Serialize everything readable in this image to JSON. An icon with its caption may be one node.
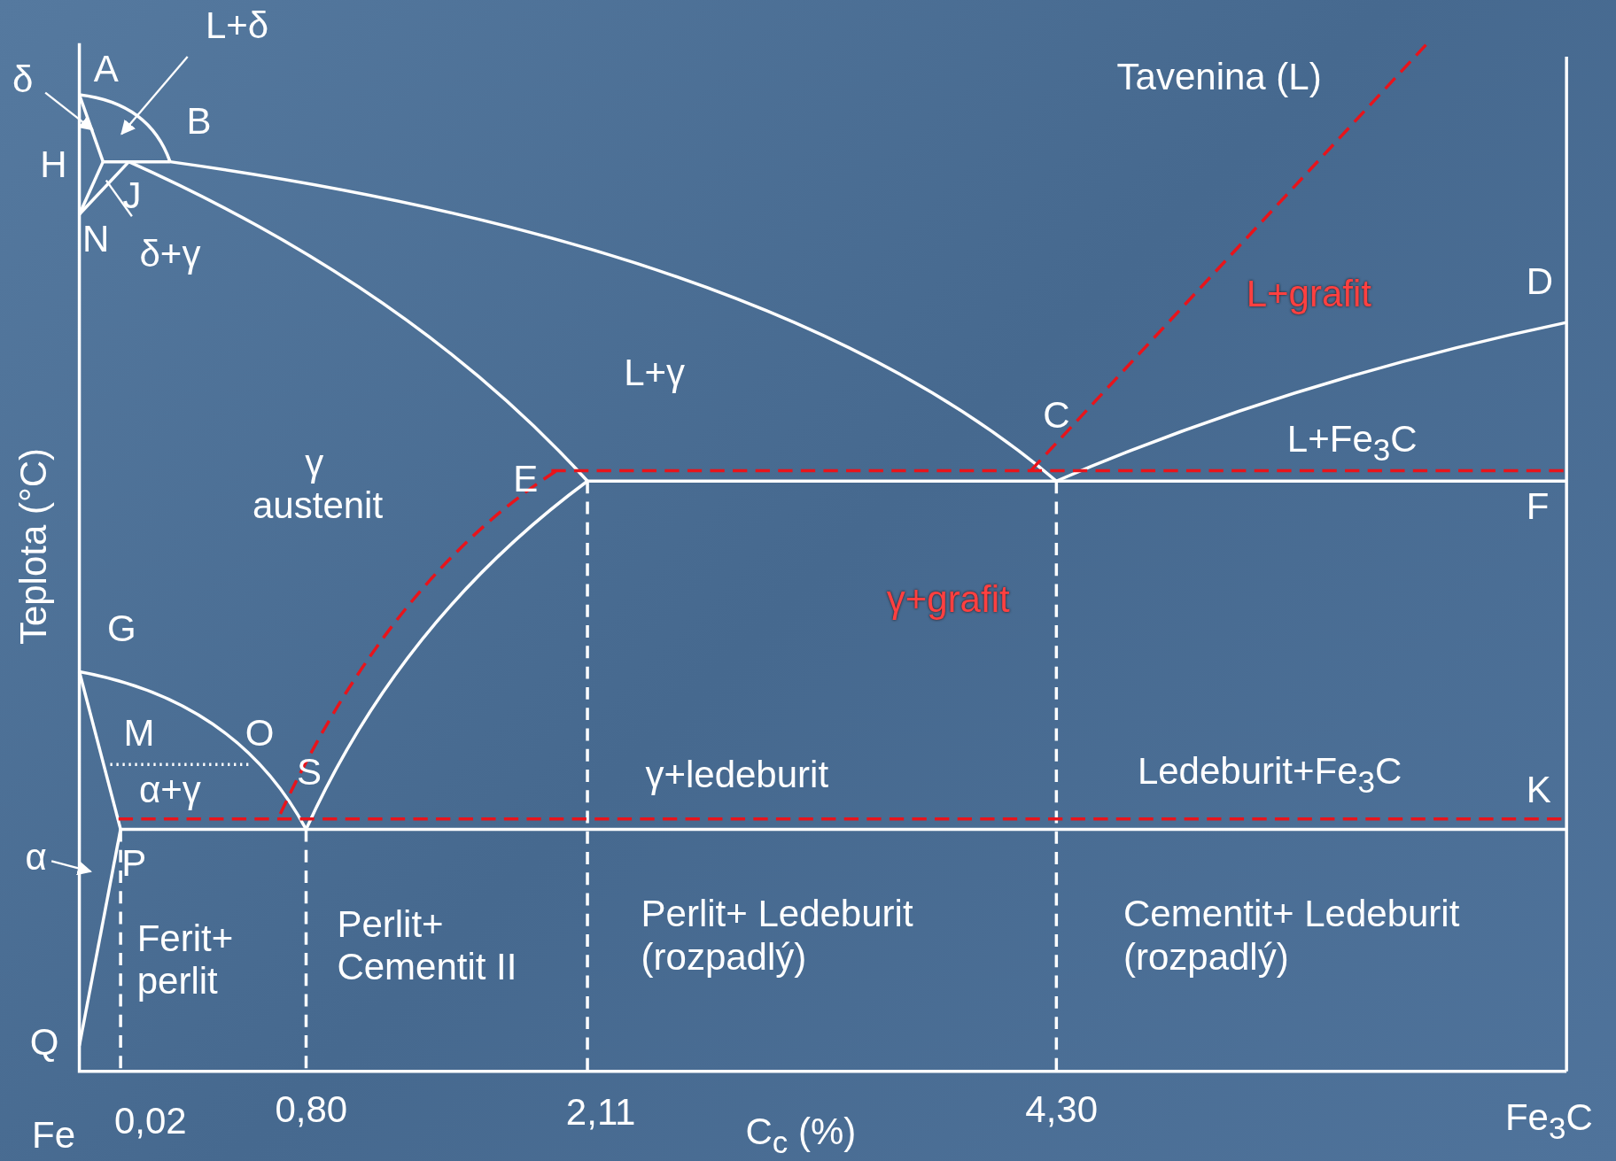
{
  "diagram": {
    "nodes": [
      {
        "text": [
          "δ"
        ]
      },
      {
        "text": [
          "L+δ"
        ]
      },
      {
        "text": [
          "δ+γ"
        ]
      },
      {
        "text": [
          "α"
        ]
      }
    ],
    "edges": [
      {
        "from": 0,
        "to": null,
        "arrow": "to"
      },
      {
        "from": 1,
        "to": null,
        "arrow": "to"
      },
      {
        "from": 2,
        "to": null,
        "arrow": "none"
      },
      {
        "from": 3,
        "to": null,
        "arrow": "to"
      }
    ],
    "labels": [
      "A",
      "B",
      "H",
      "J",
      "N",
      "Tavenina (L)",
      "L+grafit",
      "D",
      "L+γ",
      "C",
      "L+Fe$_{3}$C",
      "γ austenit",
      "E",
      "F",
      "Teplota (°C)",
      "γ+grafit",
      "G",
      "M",
      "O",
      "S",
      "α+γ",
      "γ+ledeburit",
      "Ledeburit+Fe$_{3}$C",
      "K",
      "P",
      "Ferit+ perlit",
      "Perlit+ Cementit II",
      "Perlit+ Ledeburit (rozpadlý)",
      "Cementit+ Ledeburit (rozpadlý)",
      "Q",
      "Fe",
      "0,02",
      "0,80",
      "2,11",
      "4,30",
      "C$_{c}$ (%)",
      "Fe$_{3}$C"
    ]
  }
}
